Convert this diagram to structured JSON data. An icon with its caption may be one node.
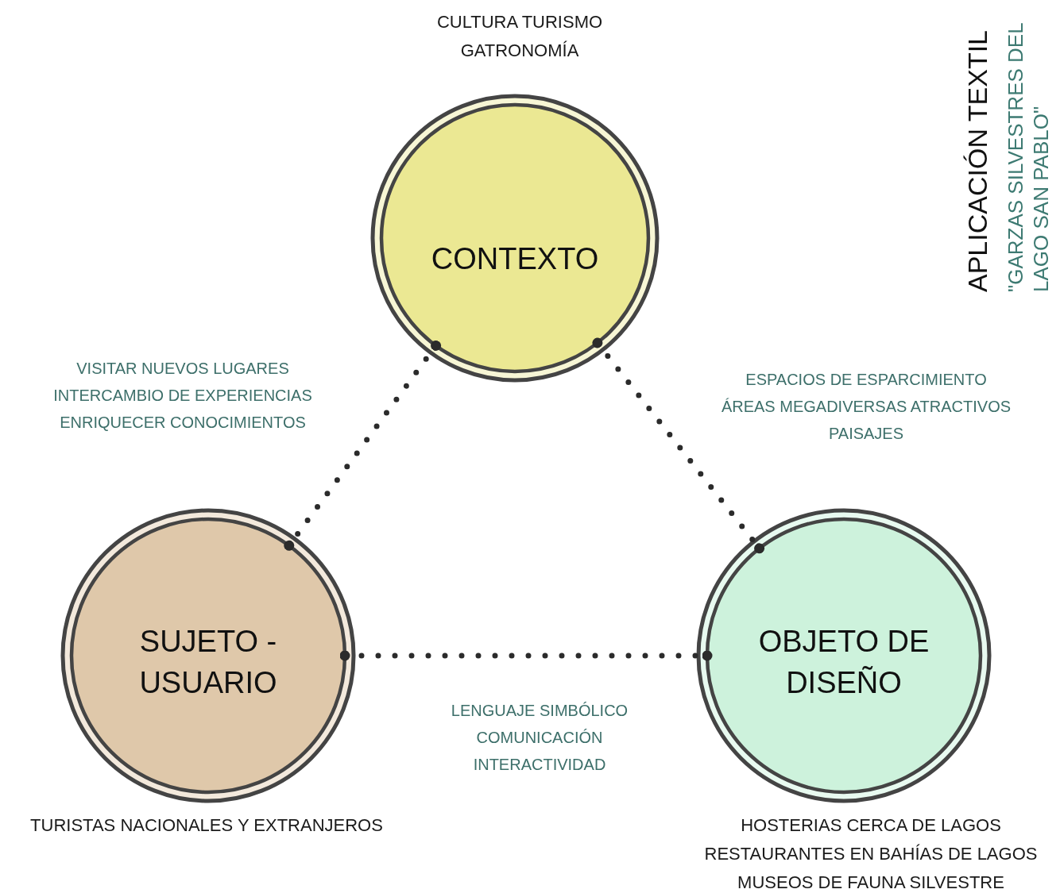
{
  "diagram": {
    "title": "APLICACIÓN TEXTIL",
    "nodes": [
      {
        "text": [
          "CONTEXTO"
        ],
        "beside": [
          "CULTURA TURISMO GATRONOMÍA"
        ]
      },
      {
        "text": [
          "SUJETO - USUARIO"
        ],
        "beside": [
          "TURISTAS NACIONALES Y EXTRANJEROS"
        ]
      },
      {
        "text": [
          "OBJETO DE DISEÑO"
        ],
        "beside": [
          "HOSTERIAS CERCA DE LAGOS RESTAURANTES EN BAHÍAS DE LAGOS MUSEOS DE FAUNA SILVESTRE"
        ]
      }
    ],
    "edges": [
      {
        "from": 0,
        "to": 1,
        "arrow": "other",
        "style": "dashed",
        "label": "VISITAR NUEVOS LUGARES INTERCAMBIO DE EXPERIENCIAS ENRIQUECER CONOCIMIENTOS"
      },
      {
        "from": 0,
        "to": 2,
        "arrow": "other",
        "style": "dashed",
        "label": "ESPACIOS DE ESPARCIMIENTO ÁREAS MEGADIVERSAS ATRACTIVOS PAISAJES"
      },
      {
        "from": 1,
        "to": 2,
        "arrow": "other",
        "style": "dashed",
        "label": "LENGUAJE SIMBÓLICO COMUNICACIÓN INTERACTIVIDAD"
      }
    ],
    "labels": [
      "\"GARZAS SILVESTRES DEL LAGO SAN PABLO\""
    ]
  }
}
